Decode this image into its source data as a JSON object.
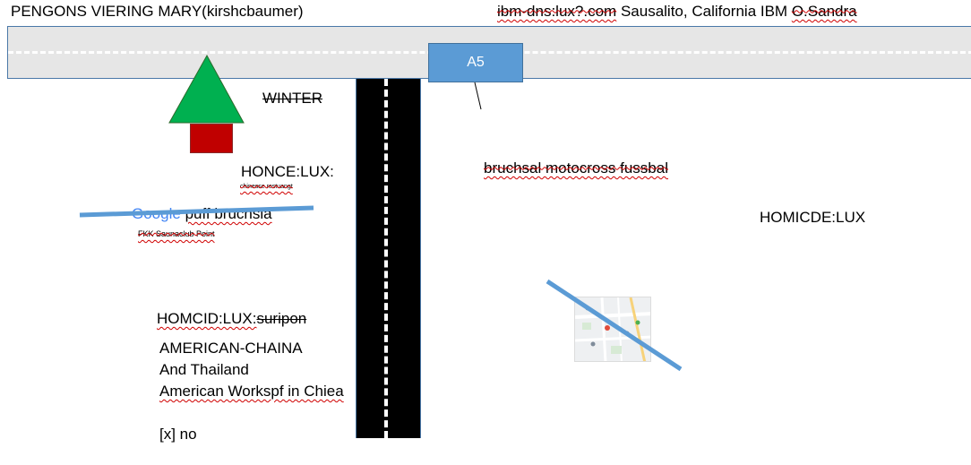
{
  "header_left": "PENGONS VIERING MARY(kirshcbaumer)",
  "header_right": {
    "domain": "ibm-dns:lux?.com",
    "location": "Sausalito, California IBM",
    "name": "O.Sandra"
  },
  "sign_label": "A5",
  "winter_label": "WINTER",
  "honce_label": "HONCE:LUX:",
  "small_note": "chinesse restuangt",
  "google_logo": "Google",
  "google_text": "puff bruchsla",
  "fkk_label": "FKK Saunaclub Point",
  "bruchsal_label": "bruchsal motocross fussbal",
  "homicde_label": "HOMICDE:LUX",
  "homcid_label": "HOMCID:LUX:",
  "homcid_suffix": "suripon",
  "list_lines": [
    "AMERICAN-CHAINA",
    "And Thailand",
    "American Workspf in Chiea",
    "",
    "[x] no"
  ],
  "colors": {
    "road": "#e6e6e6",
    "road_border": "#4a78a8",
    "tree": "#00b050",
    "trunk": "#c00000",
    "sign": "#5b9bd5",
    "strike_line": "#5b9bd5"
  },
  "icons": {
    "tree": "triangle-tree-icon",
    "map": "map-thumbnail-icon"
  }
}
